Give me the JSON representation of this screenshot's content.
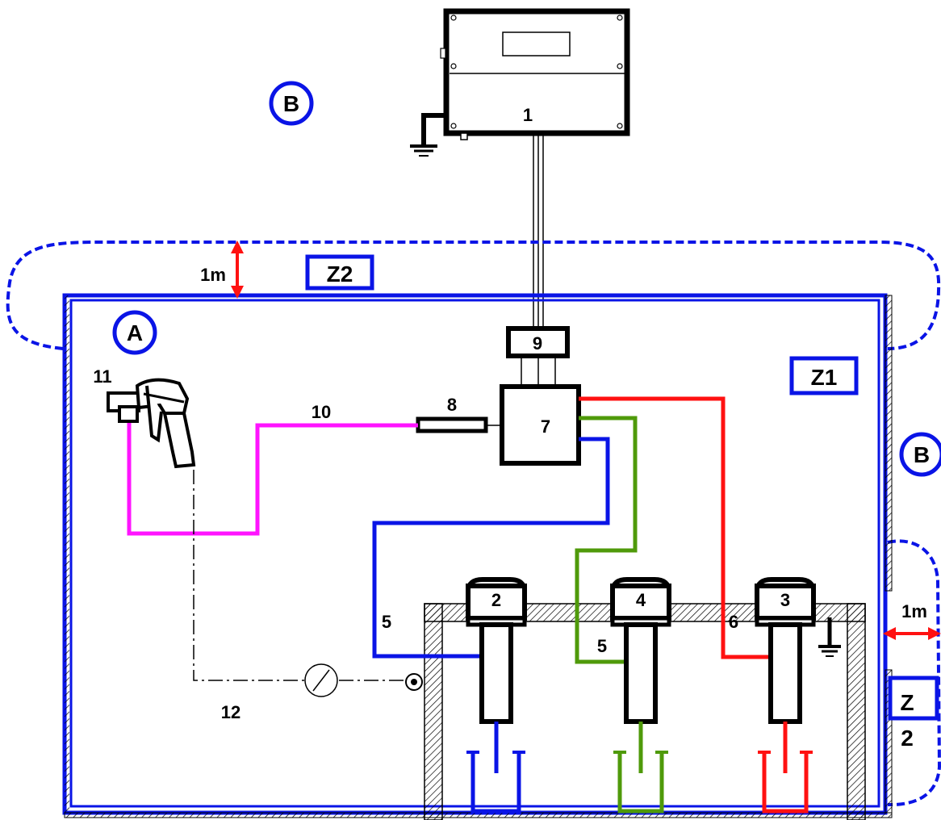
{
  "colors": {
    "zone_blue": "#0a14e6",
    "pink": "#ff14ff",
    "green": "#4f9a0a",
    "red": "#ff1111",
    "blue_line": "#0a14e6",
    "black": "#000000"
  },
  "zones": {
    "a_label": "A",
    "b_label_top": "B",
    "b_label_right": "B",
    "z1_label": "Z1",
    "z2_label_top": "Z2",
    "z2_label_right_top": "Z",
    "z2_label_right_bottom": "2",
    "distance_top": "1m",
    "distance_right": "1m"
  },
  "parts": {
    "controller": "1",
    "pump_blue": "2",
    "pump_red": "3",
    "pump_green": "4",
    "hose_blue": "5",
    "hose_green": "5",
    "hose_red": "6",
    "mixer": "7",
    "element_8": "8",
    "element_9": "9",
    "hose_pink": "10",
    "spray_gun": "11",
    "air_line": "12"
  },
  "icons": [
    "ground-icon",
    "pressure-gauge-icon",
    "spray-gun-icon",
    "paint-container-icon"
  ]
}
